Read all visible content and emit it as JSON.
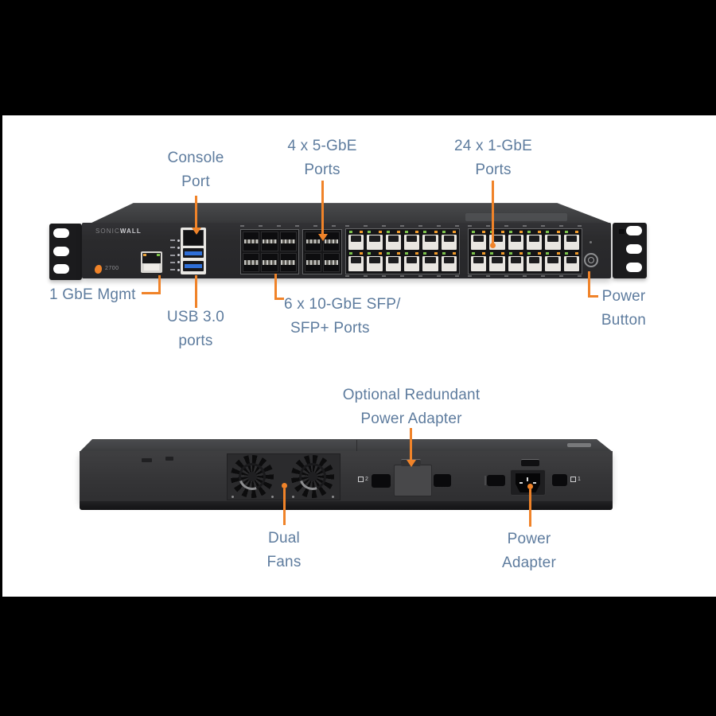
{
  "front": {
    "brand_left": "SONIC",
    "brand_right": "WALL",
    "model": "2700",
    "labels": {
      "console": [
        "Console",
        "Port"
      ],
      "gbe5": [
        "4 x 5-GbE",
        "Ports"
      ],
      "gbe1": [
        "24 x 1-GbE",
        "Ports"
      ],
      "mgmt": "1 GbE Mgmt",
      "usb": [
        "USB 3.0",
        "ports"
      ],
      "sfp": [
        "6 x 10-GbE SFP/",
        "SFP+ Ports"
      ],
      "power_button": [
        "Power",
        "Button"
      ]
    }
  },
  "rear": {
    "labels": {
      "redundant": [
        "Optional Redundant",
        "Power Adapter"
      ],
      "fans": [
        "Dual",
        "Fans"
      ],
      "power_adapter": [
        "Power",
        "Adapter"
      ]
    },
    "psu_slot_2": "2",
    "psu_slot_1": "1"
  },
  "ports": {
    "rj45_cols_per_group": 6,
    "rj45_rows": 2,
    "sfp_group1_cols": 3,
    "sfp_group2_cols": 2,
    "sfp_rows": 2
  },
  "colors": {
    "accent_orange": "#f08329",
    "label_blue": "#5e7c9e",
    "letterbox": "#000000"
  }
}
